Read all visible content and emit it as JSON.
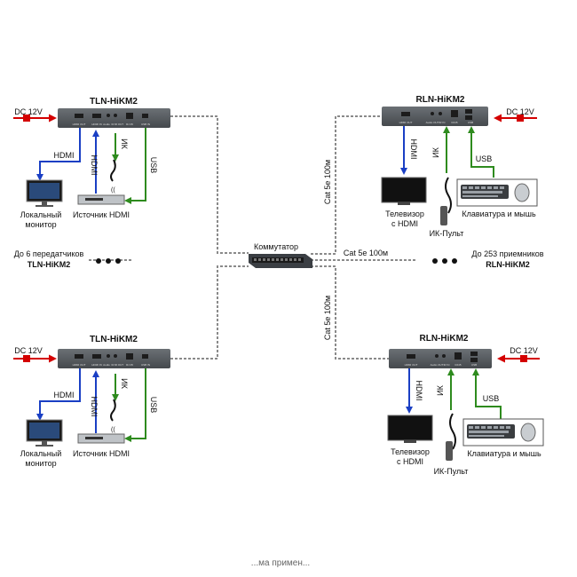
{
  "transmitters": {
    "top": {
      "title": "TLN-HiKM2",
      "dc_label": "DC 12V",
      "ports": [
        "HDMI OUT",
        "HDMI IN",
        "Audio",
        "IR",
        "IR OUT",
        "RJ 45",
        "USB IN"
      ],
      "hdmi_out_label": "HDMI",
      "hdmi_in_label": "HDMI",
      "ir_label": "ИК",
      "usb_label": "USB",
      "monitor_label_1": "Локальный",
      "monitor_label_2": "монитор",
      "source_label": "Источник HDMI"
    },
    "bottom": {
      "title": "TLN-HiKM2",
      "dc_label": "DC 12V",
      "ports": [
        "HDMI OUT",
        "HDMI IN",
        "Audio",
        "IR",
        "IR OUT",
        "RJ 45",
        "USB IN"
      ],
      "hdmi_out_label": "HDMI",
      "hdmi_in_label": "HDMI",
      "ir_label": "ИК",
      "usb_label": "USB",
      "monitor_label_1": "Локальный",
      "monitor_label_2": "монитор",
      "source_label": "Источник HDMI"
    }
  },
  "receivers": {
    "top": {
      "title": "RLN-HiKM2",
      "dc_label": "DC 12V",
      "ports": [
        "HDMI OUT",
        "Audio OUT",
        "IR IN",
        "RJ45",
        "USB"
      ],
      "hdmi_label": "HDMI",
      "ir_label": "ИК",
      "usb_label": "USB",
      "tv_label_1": "Телевизор",
      "tv_label_2": "с HDMI",
      "remote_label": "ИК-Пульт",
      "kbd_label": "Клавиатура и мышь",
      "cable_label": "Cat 5e 100м"
    },
    "bottom": {
      "title": "RLN-HiKM2",
      "dc_label": "DC 12V",
      "ports": [
        "HDMI OUT",
        "Audio OUT",
        "IR IN",
        "RJ45",
        "USB"
      ],
      "hdmi_label": "HDMI",
      "ir_label": "ИК",
      "usb_label": "USB",
      "tv_label_1": "Телевизор",
      "tv_label_2": "с HDMI",
      "remote_label": "ИК-Пульт",
      "kbd_label": "Клавиатура и мышь",
      "cable_label": "Cat 5e 100м"
    }
  },
  "switch": {
    "label": "Коммутатор",
    "middle_cable_label": "Cat 5e 100м"
  },
  "left_note": {
    "line1": "До 6 передатчиков",
    "line2": "TLN-HiKM2"
  },
  "right_note": {
    "line1": "До 253 приемников",
    "line2": "RLN-HiKM2"
  },
  "footer": "...ма примен...",
  "colors": {
    "hdmi": "#1a3fc4",
    "ir_usb": "#2e8b1e",
    "power": "#d40000",
    "device": "#5a5f63",
    "cable": "#777777"
  }
}
